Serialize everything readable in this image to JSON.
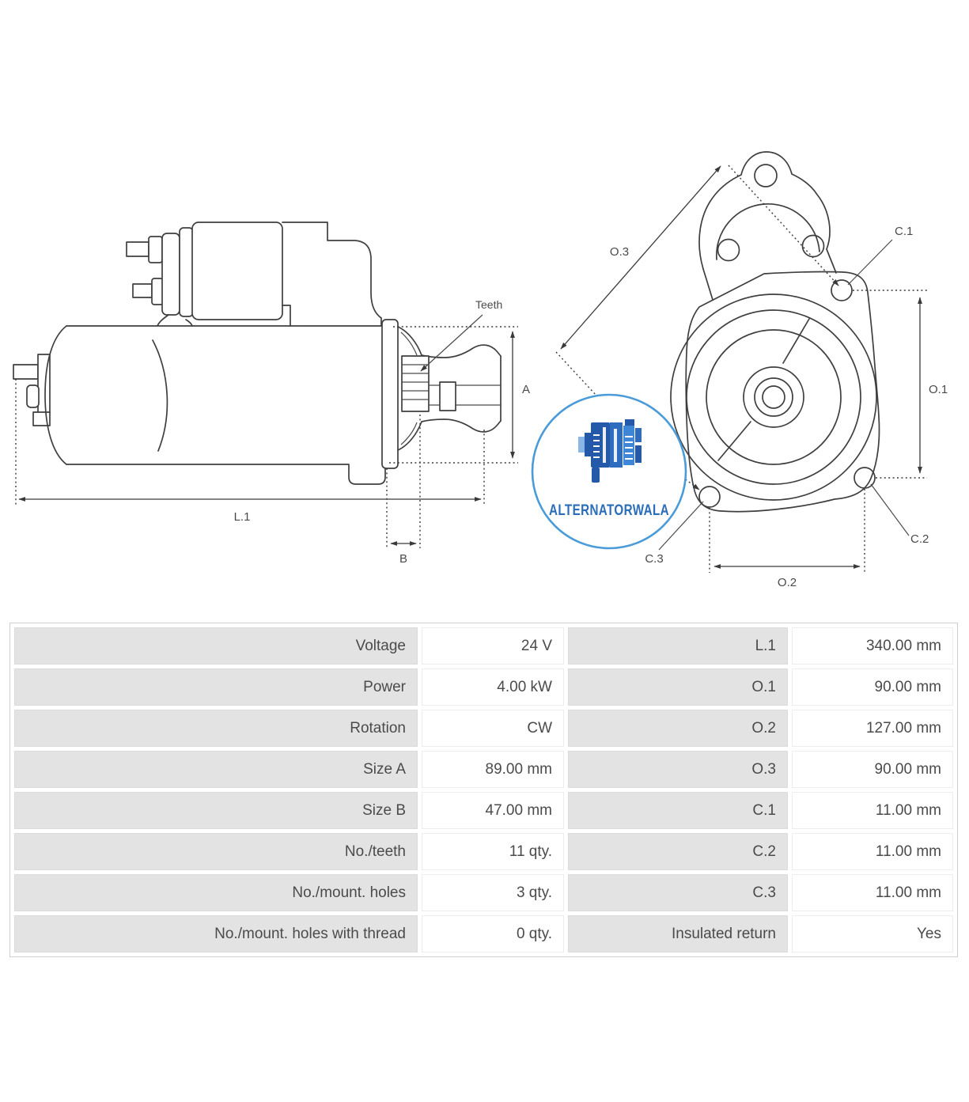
{
  "diagram": {
    "labels": {
      "teeth": "Teeth",
      "a": "A",
      "b": "B",
      "l1": "L.1",
      "o1": "O.1",
      "o2": "O.2",
      "o3": "O.3",
      "c1": "C.1",
      "c2": "C.2",
      "c3": "C.3"
    },
    "logo_text": "ALTERNATORWALA",
    "colors": {
      "line": "#3f3f3f",
      "label": "#4a4a4a",
      "logo_ring": "#4a9bd8",
      "logo_blue_dark": "#2458a8",
      "logo_blue_mid": "#3f86d6",
      "logo_blue_light": "#8ab6e6",
      "logo_text_blue": "#2a6db8",
      "table_cell_gray": "#e3e3e3",
      "table_text": "#4b4b4b"
    }
  },
  "table": {
    "rows": [
      [
        "Voltage",
        "24 V",
        "L.1",
        "340.00 mm"
      ],
      [
        "Power",
        "4.00 kW",
        "O.1",
        "90.00 mm"
      ],
      [
        "Rotation",
        "CW",
        "O.2",
        "127.00 mm"
      ],
      [
        "Size A",
        "89.00 mm",
        "O.3",
        "90.00 mm"
      ],
      [
        "Size B",
        "47.00 mm",
        "C.1",
        "11.00 mm"
      ],
      [
        "No./teeth",
        "11 qty.",
        "C.2",
        "11.00 mm"
      ],
      [
        "No./mount. holes",
        "3 qty.",
        "C.3",
        "11.00 mm"
      ],
      [
        "No./mount. holes with thread",
        "0 qty.",
        "Insulated return",
        "Yes"
      ]
    ]
  }
}
